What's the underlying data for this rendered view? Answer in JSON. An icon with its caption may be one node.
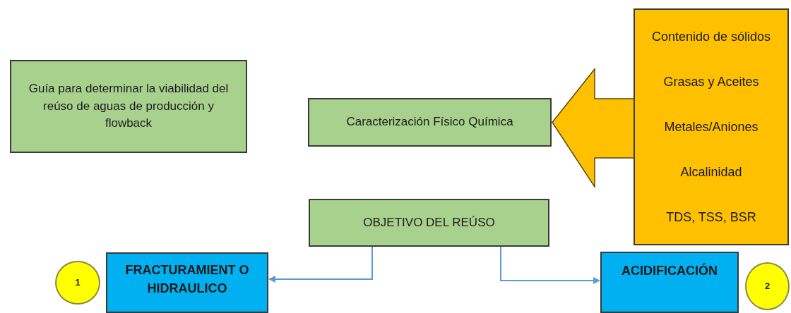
{
  "diagram": {
    "nodes": [
      {
        "text": [
          "Guía para determinar la viabilidad del reúso de aguas de producción y flowback"
        ]
      },
      {
        "text": [
          "Caracterización Físico Química"
        ]
      },
      {
        "text": [
          "Contenido de sólidos",
          "Grasas y Aceites",
          "Metales/Aniones",
          "Alcalinidad",
          "TDS, TSS, BSR"
        ]
      },
      {
        "text": [
          "OBJETIVO DEL REÚSO"
        ]
      },
      {
        "text": [
          "1"
        ]
      },
      {
        "text": [
          "FRACTURAMIENT O HIDRAULICO"
        ]
      },
      {
        "text": [
          "ACIDIFICACIÓN"
        ]
      },
      {
        "text": [
          "2"
        ]
      }
    ],
    "edges": [
      {
        "from": 2,
        "to": 1,
        "arrow": "to",
        "style": "thick",
        "color": "#ffc000"
      },
      {
        "from": 3,
        "to": 5,
        "arrow": "to"
      },
      {
        "from": 3,
        "to": 6,
        "arrow": "to"
      }
    ]
  }
}
